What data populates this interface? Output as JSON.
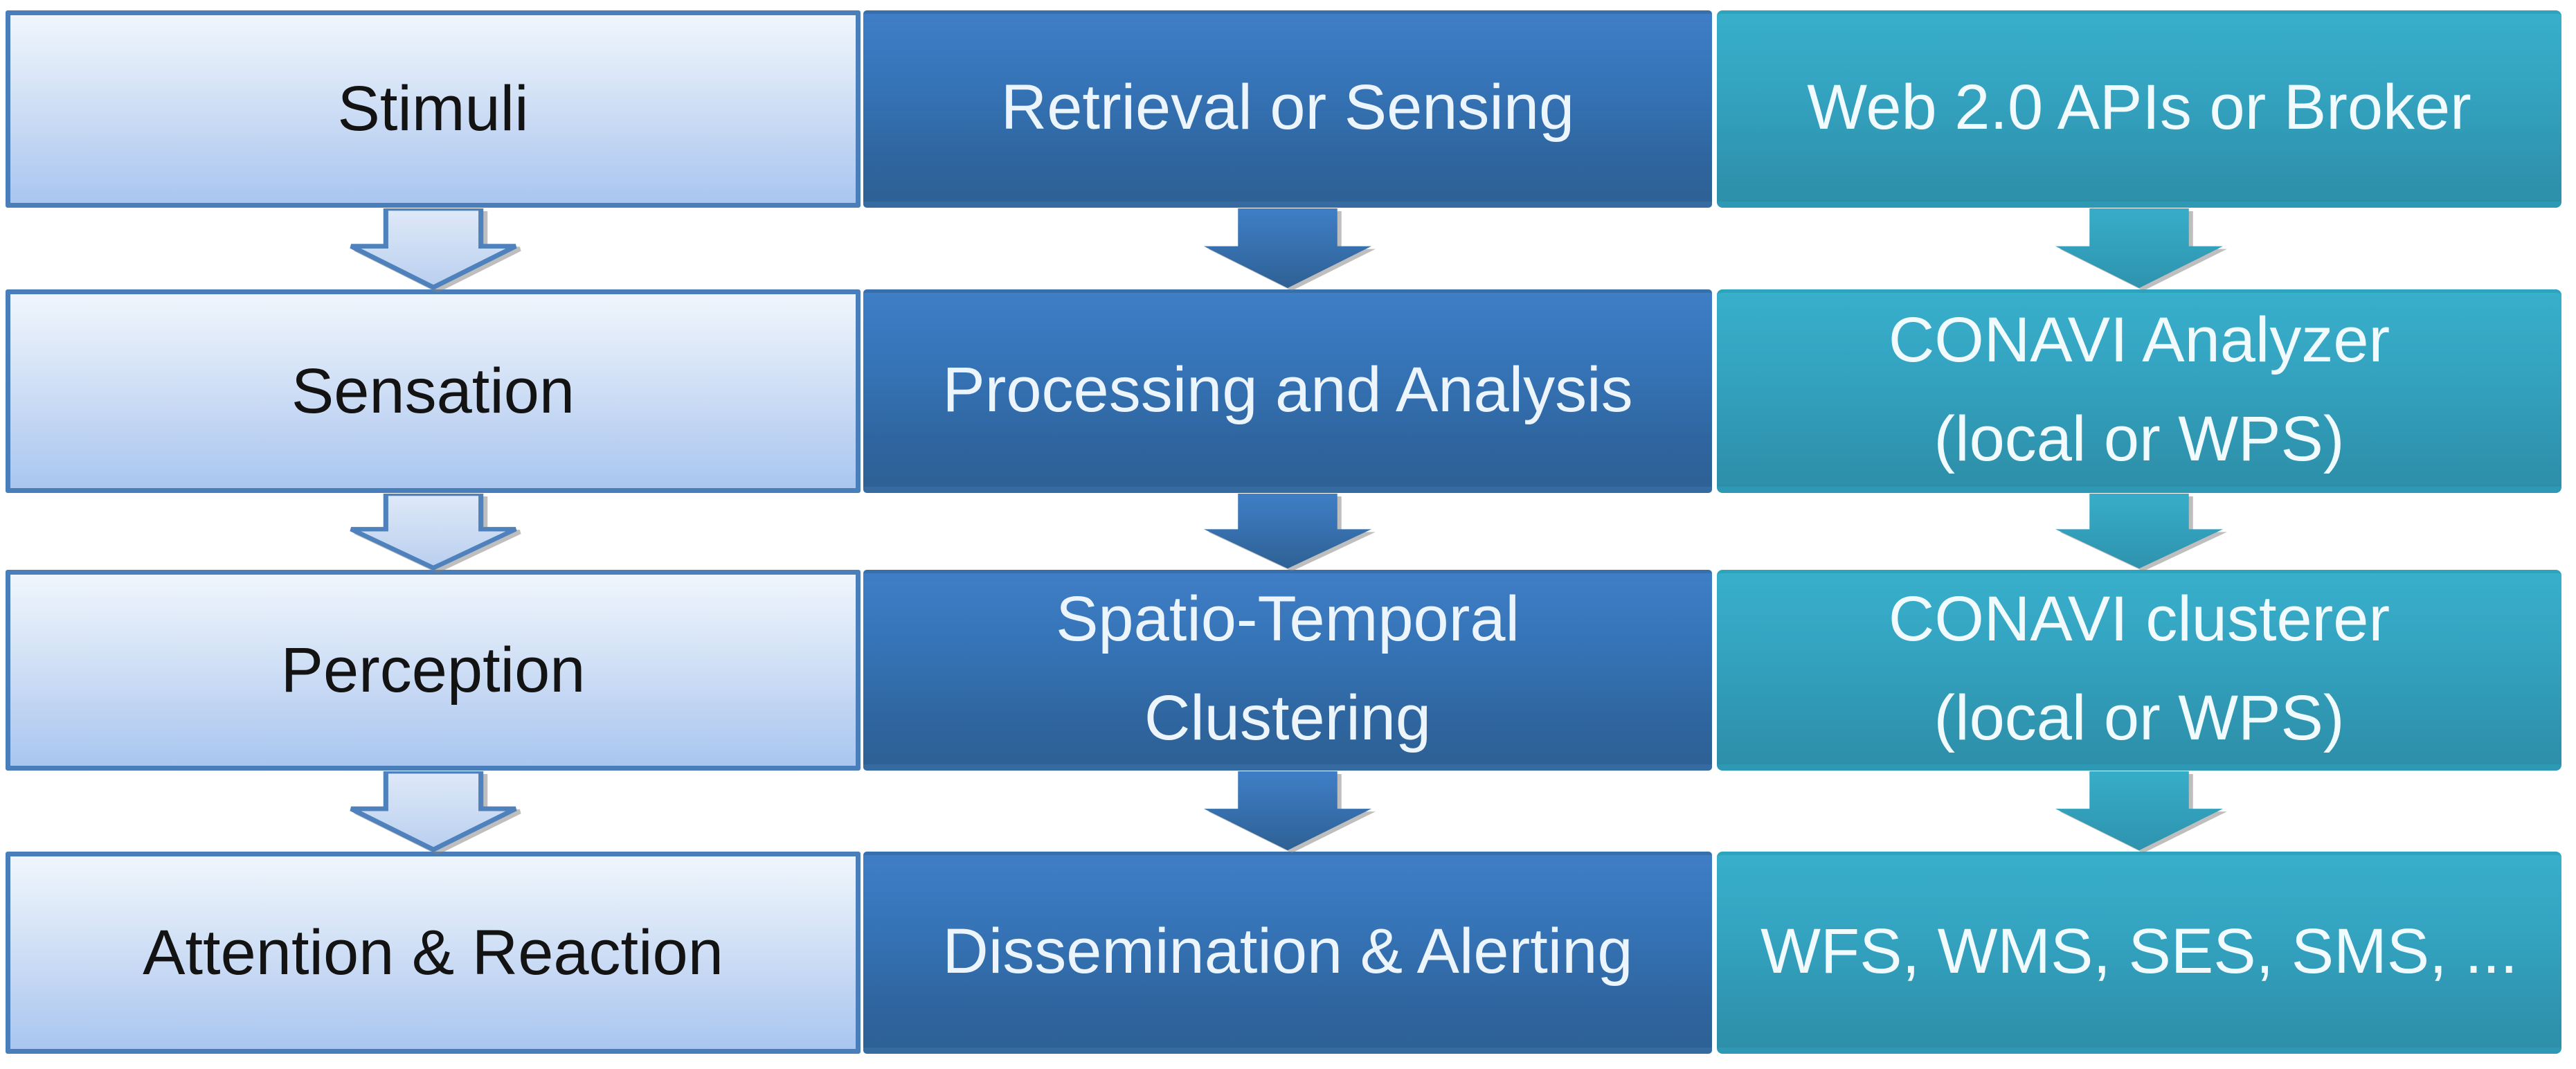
{
  "diagram": {
    "columns": [
      {
        "name": "perception-stages",
        "theme": "light-blue",
        "cells": [
          "Stimuli",
          "Sensation",
          "Perception",
          "Attention & Reaction"
        ]
      },
      {
        "name": "processing-steps",
        "theme": "blue",
        "cells": [
          "Retrieval or Sensing",
          "Processing and Analysis",
          "Spatio-Temporal\nClustering",
          "Dissemination & Alerting"
        ]
      },
      {
        "name": "service-technologies",
        "theme": "teal",
        "cells": [
          "Web 2.0 APIs or Broker",
          "CONAVI Analyzer\n(local or WPS)",
          "CONAVI clusterer\n(local or WPS)",
          "WFS, WMS, SES, SMS, ..."
        ]
      }
    ],
    "colors": {
      "light_box_top": "#eff5fc",
      "light_box_bottom": "#a9c6f0",
      "light_box_border": "#4a7ebb",
      "blue_box_top": "#3f7ec6",
      "blue_box_bottom": "#2e6195",
      "teal_box_top": "#38afcb",
      "teal_box_bottom": "#2e8fa9",
      "dark_text": "#131313",
      "light_text": "#edf5fc",
      "background": "#ffffff"
    }
  }
}
